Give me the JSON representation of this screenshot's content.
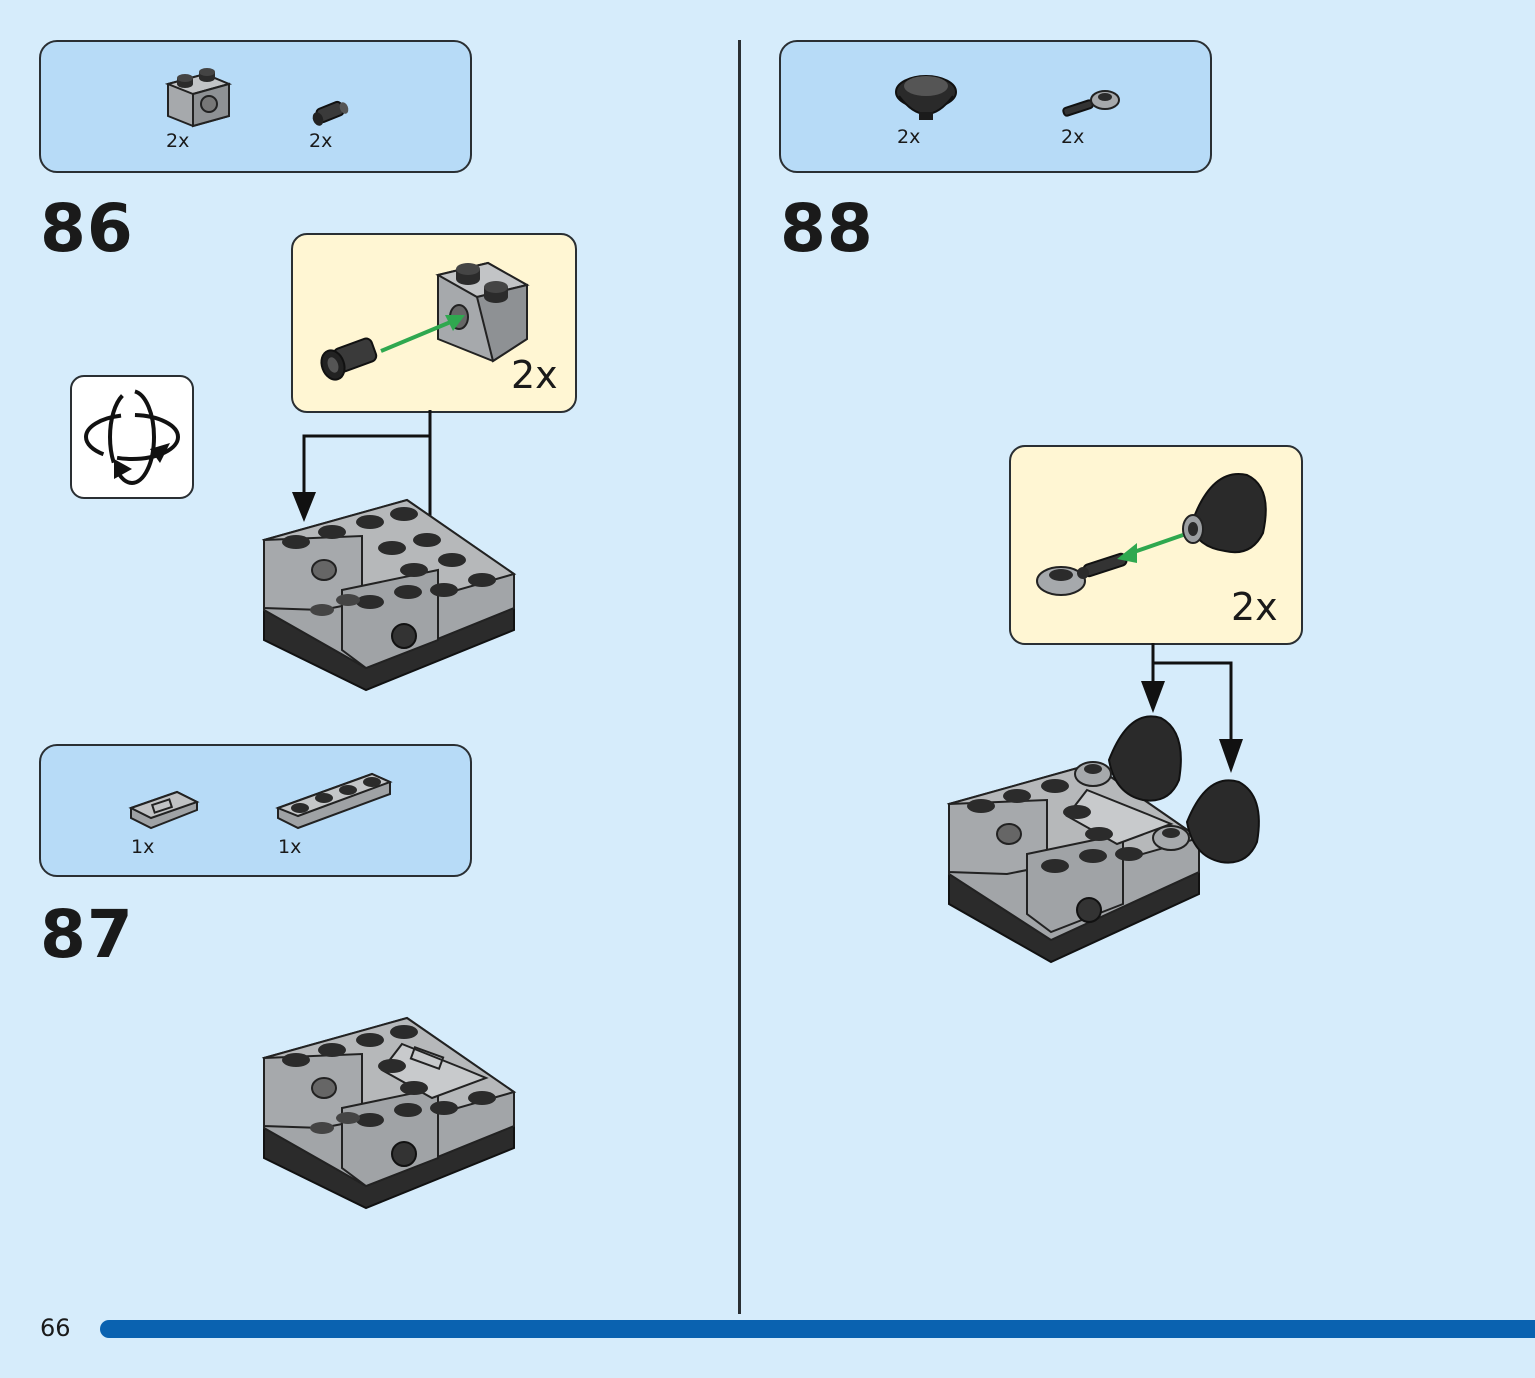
{
  "steps": [
    {
      "number": "86",
      "parts": [
        {
          "name": "technic brick 1x2 with hole",
          "qty": "2x"
        },
        {
          "name": "technic pin",
          "qty": "2x"
        }
      ],
      "callout_qty": "2x"
    },
    {
      "number": "87",
      "parts": [
        {
          "name": "plate 1x2 with clip",
          "qty": "1x"
        },
        {
          "name": "plate 1x4",
          "qty": "1x"
        }
      ]
    },
    {
      "number": "88",
      "parts": [
        {
          "name": "dish",
          "qty": "2x"
        },
        {
          "name": "plate round with bar",
          "qty": "2x"
        }
      ],
      "callout_qty": "2x"
    }
  ],
  "page_number": "66",
  "icons": {
    "rotate": "rotate-model-icon"
  },
  "colors": {
    "background": "#d6ecfb",
    "parts_box": "#b7dbf7",
    "callout": "#fff6d3",
    "arrow_green": "#2fa84f",
    "brick_gray": "#a0a3a6",
    "brick_dark": "#2b2b2b",
    "progress_bar": "#0a62b0"
  }
}
